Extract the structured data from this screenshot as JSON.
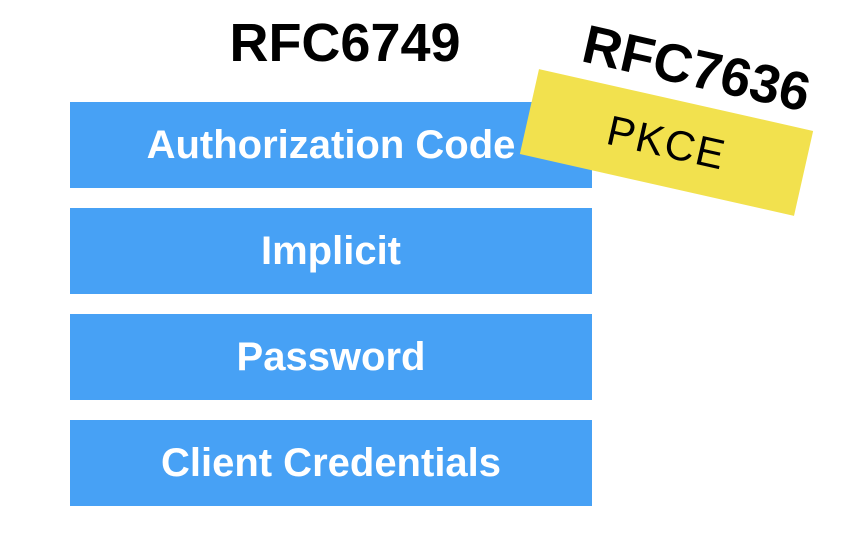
{
  "colors": {
    "background": "#ffffff",
    "bar_blue": "#47a1f5",
    "bar_label_white": "#ffffff",
    "pkce_yellow": "#f2e14e",
    "title_black": "#000000"
  },
  "rfc6749": {
    "title": "RFC6749",
    "bars": [
      {
        "label": "Authorization Code"
      },
      {
        "label": "Implicit"
      },
      {
        "label": "Password"
      },
      {
        "label": "Client Credentials"
      }
    ]
  },
  "rfc7636": {
    "title": "RFC7636",
    "badge_label": "PKCE",
    "rotation_deg": 12.7
  }
}
